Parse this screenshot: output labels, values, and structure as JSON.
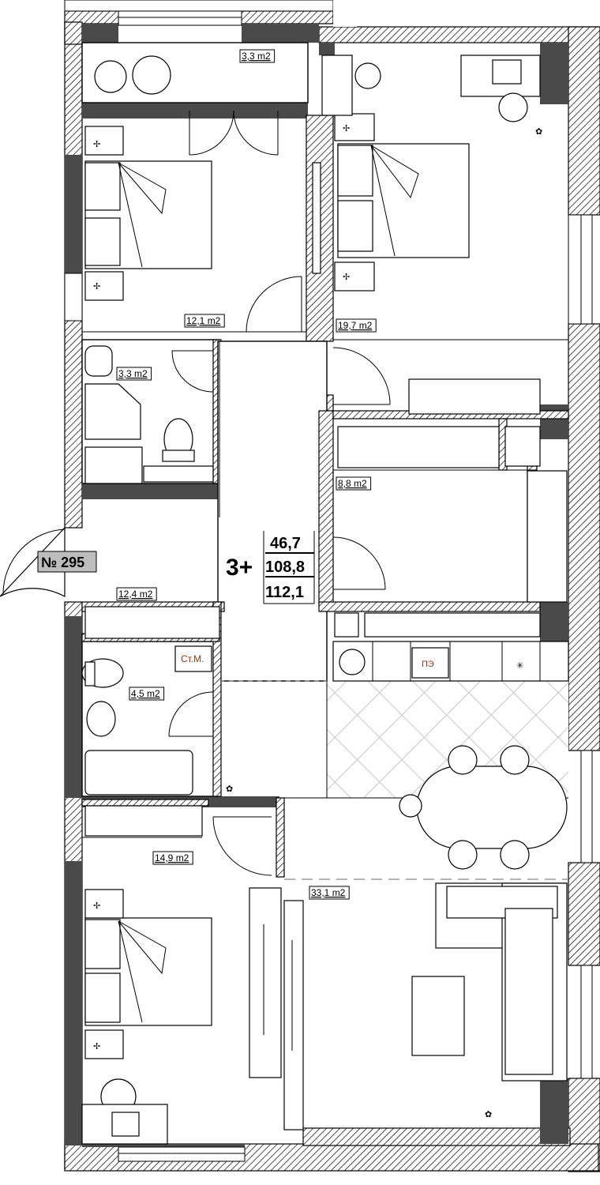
{
  "plan": {
    "apartment_number": "№ 295",
    "room_type": "3+",
    "areas": {
      "living": "46,7",
      "total": "108,8",
      "total_with_balcony": "112,1"
    }
  },
  "rooms": [
    {
      "id": "balcony",
      "area": "3,3 m2"
    },
    {
      "id": "bedroom-1",
      "area": "12,1 m2"
    },
    {
      "id": "bedroom-2",
      "area": "19,7 m2"
    },
    {
      "id": "bathroom-1",
      "area": "3,3 m2"
    },
    {
      "id": "closet",
      "area": "8,8 m2"
    },
    {
      "id": "hall",
      "area": "12,4 m2"
    },
    {
      "id": "bathroom-2",
      "area": "4,5 m2"
    },
    {
      "id": "bedroom-3",
      "area": "14,9 m2"
    },
    {
      "id": "living",
      "area": "33,1 m2"
    }
  ],
  "fixtures": {
    "washer_label": "Ст.М.",
    "stove_label": "ПЭ"
  }
}
